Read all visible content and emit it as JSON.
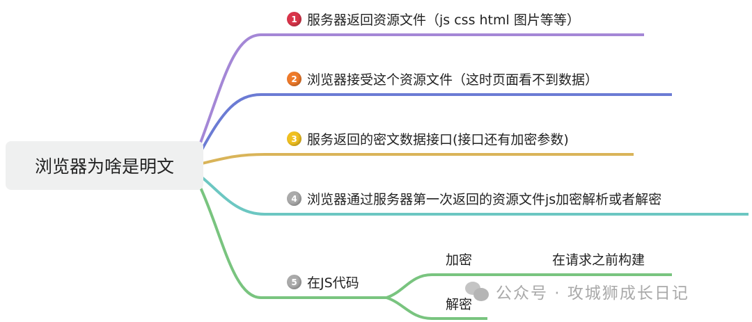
{
  "root": {
    "label": "浏览器为啥是明文"
  },
  "branches": [
    {
      "number": "1",
      "label": "服务器返回资源文件（js css html 图片等等）",
      "color": "#a487d6",
      "badge_color": "#d9344a"
    },
    {
      "number": "2",
      "label": "浏览器接受这个资源文件（这时页面看不到数据）",
      "color": "#6b7bd4",
      "badge_color": "#ee7a2a"
    },
    {
      "number": "3",
      "label": "服务返回的密文数据接口(接口还有加密参数)",
      "color": "#d9b459",
      "badge_color": "#f0c020"
    },
    {
      "number": "4",
      "label": "浏览器通过服务器第一次返回的资源文件js加密解析或者解密",
      "color": "#6cc7c2",
      "badge_color": "#aaaaaa"
    },
    {
      "number": "5",
      "label": "在JS代码",
      "color": "#79c47f",
      "badge_color": "#aaaaaa",
      "children": [
        {
          "label": "加密",
          "children": [
            {
              "label": "在请求之前构建"
            }
          ]
        },
        {
          "label": "解密"
        }
      ]
    }
  ],
  "watermark": "公众号 · 攻城狮成长日记"
}
